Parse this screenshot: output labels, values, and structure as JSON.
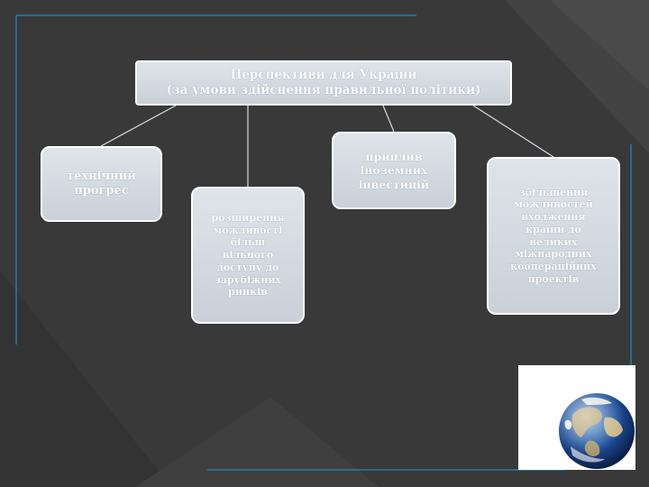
{
  "diagram": {
    "title": "Перспективи для України\n(за умови здійснення правильної політики)",
    "branches": [
      "технічний\nпрогрес",
      "розширення\nможливості\nбільш\nвільного\nдоступу до\nзарубіжних\nринків",
      "приплив\nіноземних\nінвестицій",
      "збільшення\nможливостей\nвходження\nкраїни до\nвеликих\nміжнародних\nкоопераційних\nпроектів"
    ]
  },
  "decoration": {
    "image": "globe-icon",
    "accent": "#1e7fa8"
  }
}
